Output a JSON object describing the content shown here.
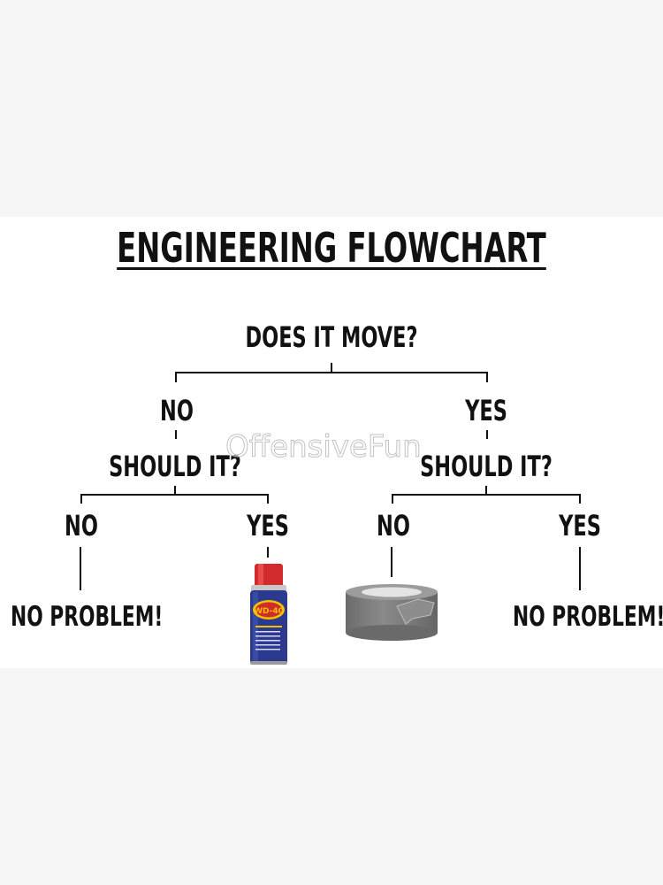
{
  "title": "ENGINEERING FLOWCHART",
  "root_question": "DOES IT MOVE?",
  "left": {
    "answer": "NO",
    "question": "SHOULD IT?",
    "no_label": "NO",
    "yes_label": "YES",
    "no_result": "NO PROBLEM!",
    "yes_result_icon": "wd40-can-icon",
    "can_label": "WD-40"
  },
  "right": {
    "answer": "YES",
    "question": "SHOULD IT?",
    "no_label": "NO",
    "yes_label": "YES",
    "no_result_icon": "duct-tape-icon",
    "yes_result": "NO PROBLEM!"
  },
  "watermark": "OffensiveFun",
  "colors": {
    "background": "#f6f6f6",
    "card": "#ffffff",
    "text": "#111111",
    "can_blue": "#2b3a8f",
    "can_red": "#d12b2b",
    "can_yellow": "#f2c200",
    "tape_gray": "#7a7a7a"
  }
}
